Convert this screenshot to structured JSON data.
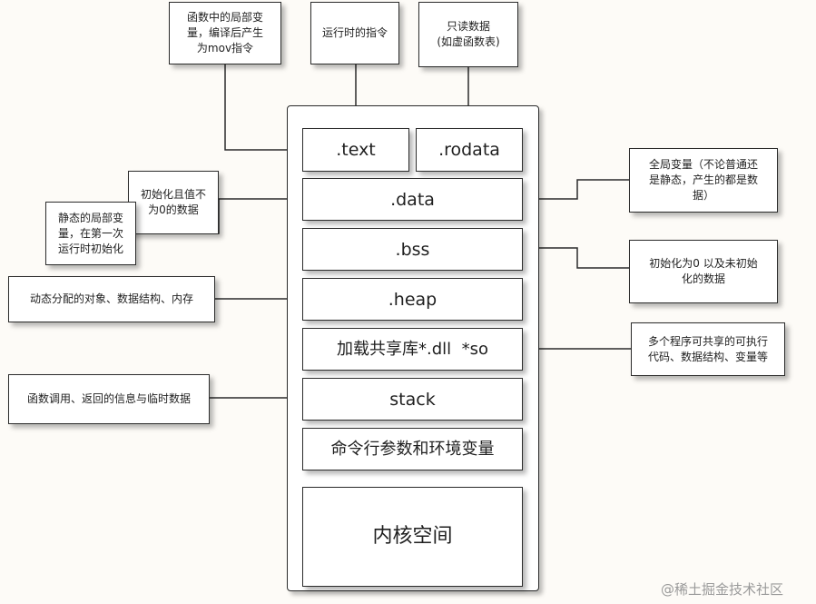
{
  "segments": {
    "text": ".text",
    "rodata": ".rodata",
    "data": ".data",
    "bss": ".bss",
    "heap": ".heap",
    "shared_lib": "加载共享库*.dll  *so",
    "stack": "stack",
    "args_env": "命令行参数和环境变量",
    "kernel": "内核空间"
  },
  "notes": {
    "local_vars": "函数中的局部变\n量，编译后产生\n为mov指令",
    "runtime_instr": "运行时的指令",
    "readonly": "只读数据\n(如虚函数表)",
    "init_nonzero": "初始化且值不\n为0的数据",
    "static_local": "静态的局部变\n量，在第一次\n运行时初始化",
    "global_vars": "全局变量（不论普通还\n是静态，产生的都是数\n据）",
    "bss_note": "初始化为0 以及未初始\n化的数据",
    "heap_note": "动态分配的对象、数据结构、内存",
    "shared_note": "多个程序可共享的可执行\n代码、数据结构、变量等",
    "stack_note": "函数调用、返回的信息与临时数据"
  },
  "watermark": "@稀土掘金技术社区",
  "colors": {
    "background": "#fdfbf7",
    "line": "#2b2b2b",
    "box_fill": "#ffffff",
    "watermark": "#9a9a9a"
  }
}
